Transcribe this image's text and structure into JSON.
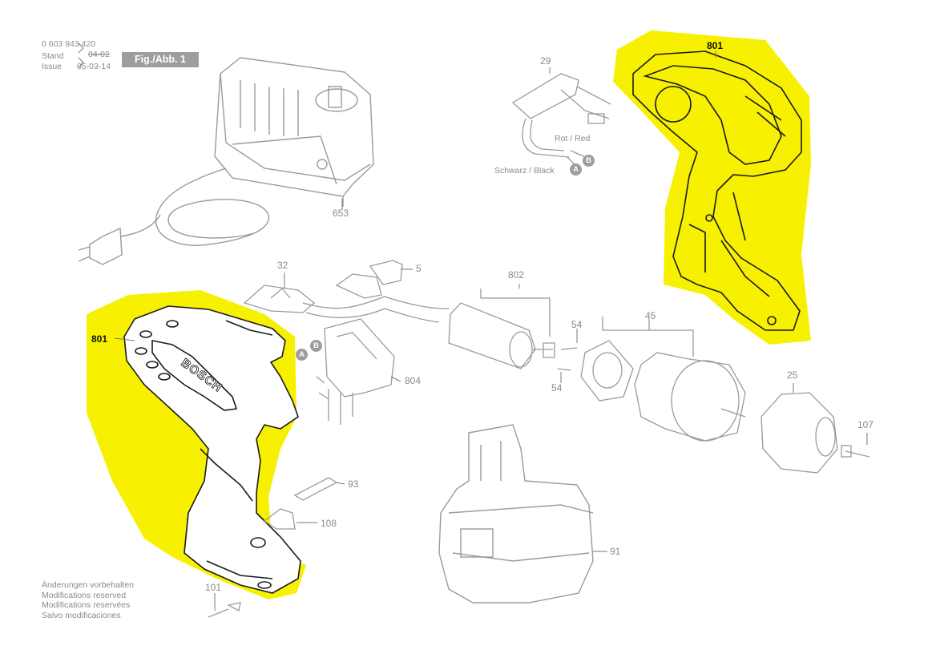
{
  "header": {
    "part_number": "0 603 943 420",
    "stand_label": "Stand",
    "stand_value": "04-02",
    "issue_label": "Issue",
    "issue_value": "05-03-14",
    "figure_label": "Fig./Abb. 1"
  },
  "callouts": {
    "c801_top": "801",
    "c801_left": "801",
    "c29": "29",
    "c653": "653",
    "c32": "32",
    "c5": "5",
    "c802": "802",
    "c54_top": "54",
    "c54_bottom": "54",
    "c45": "45",
    "c804": "804",
    "c25": "25",
    "c107": "107",
    "c93": "93",
    "c108": "108",
    "c91": "91",
    "c101": "101"
  },
  "wire_labels": {
    "red": "Rot / Red",
    "black": "Schwarz / Black"
  },
  "markers": {
    "a": "A",
    "b": "B"
  },
  "brand": "BOSCH",
  "notes": [
    "Änderungen vorbehalten",
    "Modifications reserved",
    "Modifications reservées",
    "Salvo modificaciones"
  ],
  "colors": {
    "highlight": "#f7f000",
    "line": "#9a9a9a",
    "line_dark": "#1a1a1a",
    "label_grey": "#8a8a8a",
    "badge_grey": "#9d9d9d"
  }
}
